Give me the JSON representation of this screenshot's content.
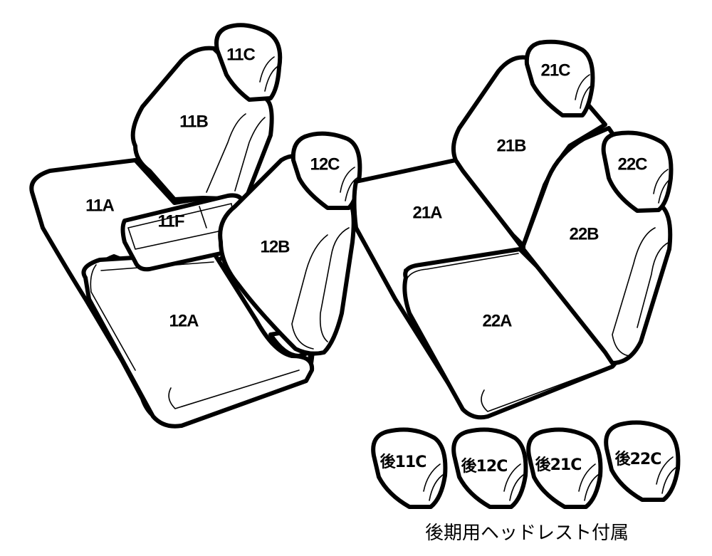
{
  "parts": {
    "p11A": "11A",
    "p11B": "11B",
    "p11C": "11C",
    "p11F": "11F",
    "p12A": "12A",
    "p12B": "12B",
    "p12C": "12C",
    "p21A": "21A",
    "p21B": "21B",
    "p21C": "21C",
    "p22A": "22A",
    "p22B": "22B",
    "p22C": "22C"
  },
  "rear_headrests": [
    "後11C",
    "後12C",
    "後21C",
    "後22C"
  ],
  "caption": "後期用ヘッドレスト付属"
}
